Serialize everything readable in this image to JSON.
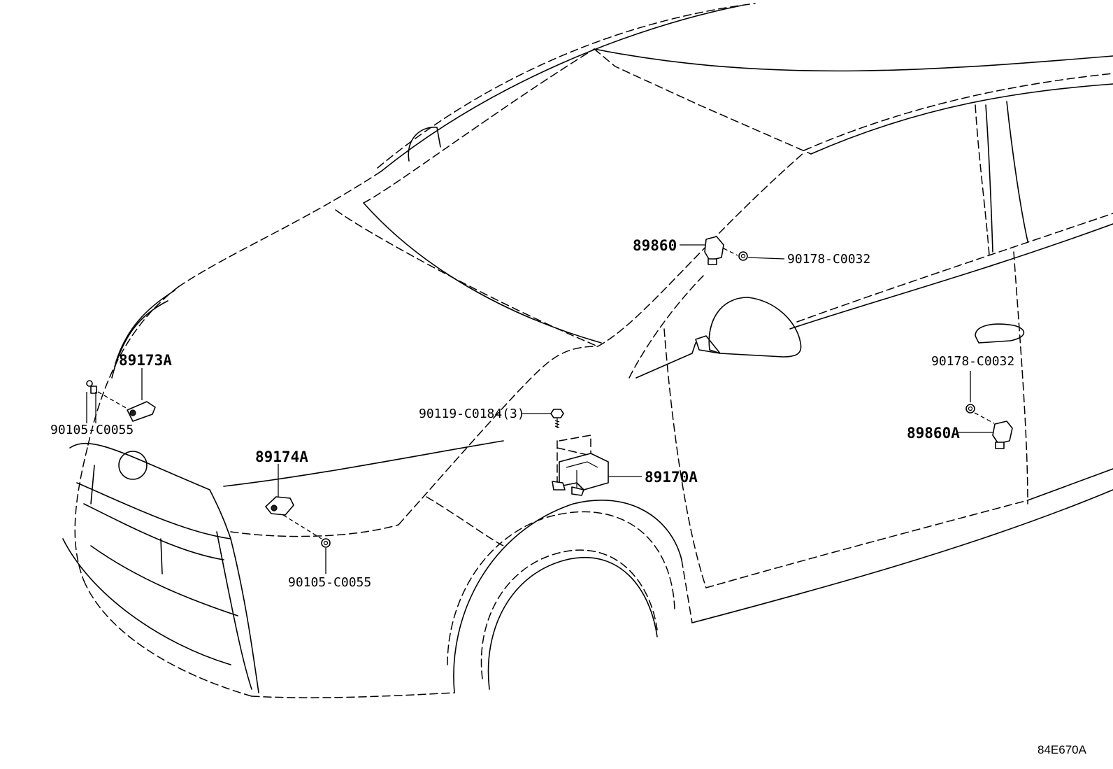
{
  "labels": {
    "p89860": "89860",
    "p90178_upper": "90178-C0032",
    "p89173A": "89173A",
    "p90105_left": "90105-C0055",
    "p90119": "90119-C0184(3)",
    "p89174A": "89174A",
    "p89170A": "89170A",
    "p90105_center": "90105-C0055",
    "p90178_right": "90178-C0032",
    "p89860A": "89860A"
  },
  "drawing_code": "84E670A"
}
